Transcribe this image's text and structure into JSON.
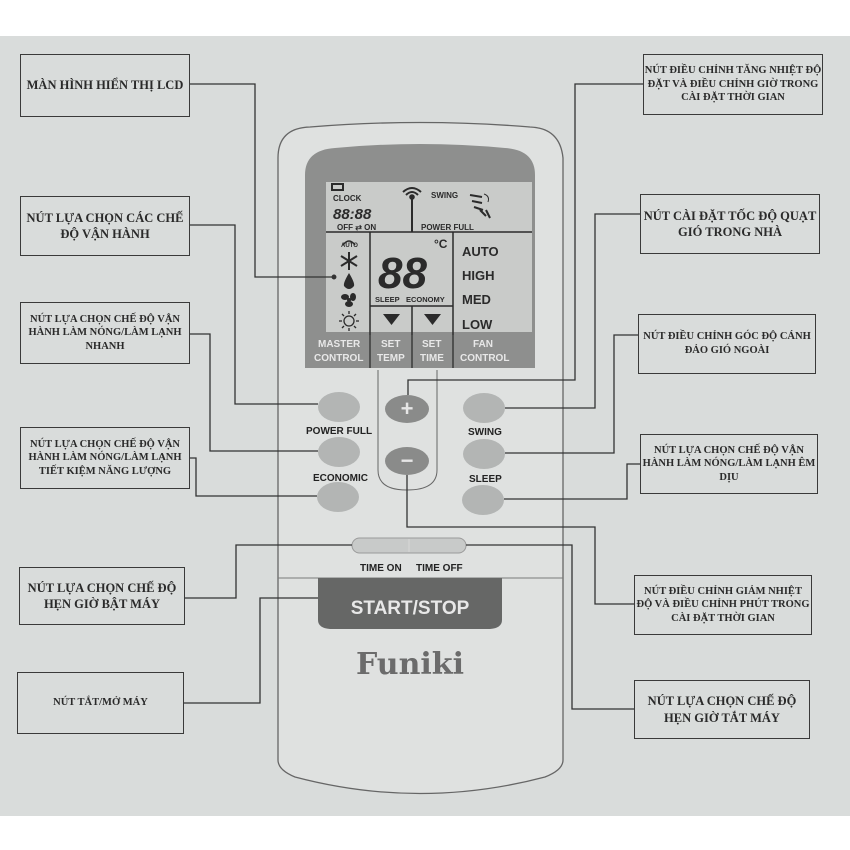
{
  "callouts": {
    "lcd": "MÀN HÌNH HIỂN THỊ LCD",
    "mode_select": "NÚT LỰA CHỌN CÁC CHẾ ĐỘ VẬN HÀNH",
    "power_full": "NÚT LỰA CHỌN CHẾ ĐỘ VẬN HÀNH LÀM NÓNG/LÀM LẠNH NHANH",
    "economic": "NÚT LỰA CHỌN CHẾ ĐỘ VẬN HÀNH LÀM NÓNG/LÀM LẠNH TIẾT KIỆM NĂNG LƯỢNG",
    "time_on": "NÚT LỰA CHỌN CHẾ ĐỘ HẸN GIỜ BẬT MÁY",
    "start_stop": "NÚT TẮT/MỞ MÁY",
    "temp_up": "NÚT ĐIỀU CHỈNH TĂNG NHIỆT ĐỘ ĐẶT VÀ ĐIỀU CHỈNH GIỜ TRONG CÀI ĐẶT THỜI GIAN",
    "fan_speed": "NÚT CÀI ĐẶT TỐC ĐỘ QUẠT GIÓ TRONG NHÀ",
    "swing": "NÚT ĐIỀU CHỈNH GÓC ĐỘ CÁNH ĐẢO GIÓ NGOÀI",
    "sleep": "NÚT LỰA CHỌN CHẾ ĐỘ VẬN HÀNH LÀM NÓNG/LÀM LẠNH ÊM DỊU",
    "temp_down": "NÚT ĐIỀU CHỈNH GIẢM NHIỆT ĐỘ VÀ ĐIỀU CHỈNH PHÚT TRONG CÀI ĐẶT THỜI GIAN",
    "time_off": "NÚT LỰA CHỌN CHẾ ĐỘ HẸN GIỜ TẮT MÁY"
  },
  "lcd": {
    "clock_label": "CLOCK",
    "clock_digits": "88:88",
    "off_on": "OFF ⇄ ON",
    "swing": "SWING",
    "power_full": "POWER FULL",
    "temp_digits": "88",
    "temp_unit": "°C",
    "sleep": "SLEEP",
    "economy": "ECONOMY",
    "auto_icon": "AUTO",
    "fan_speeds": [
      "AUTO",
      "HIGH",
      "MED",
      "LOW"
    ],
    "mode_icons": [
      "auto-icon",
      "snowflake-icon",
      "droplet-icon",
      "fan-icon",
      "sun-icon"
    ]
  },
  "strip": {
    "master_1": "MASTER",
    "master_2": "CONTROL",
    "settemp_1": "SET",
    "settemp_2": "TEMP",
    "settime_1": "SET",
    "settime_2": "TIME",
    "fan_1": "FAN",
    "fan_2": "CONTROL"
  },
  "buttons": {
    "power_full": "POWER FULL",
    "economic": "ECONOMIC",
    "swing": "SWING",
    "sleep": "SLEEP",
    "time_on": "TIME ON",
    "time_off": "TIME OFF",
    "start_stop": "START/STOP",
    "plus": "+",
    "minus": "−"
  },
  "brand": "Funiki",
  "colors": {
    "paper": "#d9dcdb",
    "lcd_frame": "#8e8f8e",
    "lcd_screen": "#c9cbc9",
    "strip": "#7a7b7a",
    "start_button": "#666766",
    "brand": "#6b6b6b"
  }
}
